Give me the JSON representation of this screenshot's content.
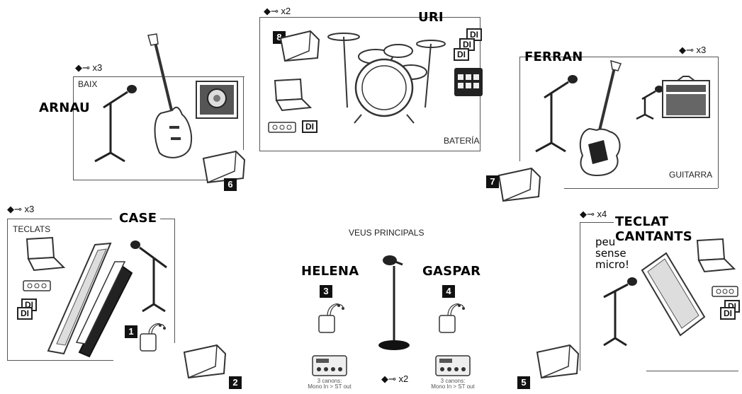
{
  "power_symbol": "plug-icon",
  "stations": {
    "drums": {
      "power": "x2",
      "player": "URI",
      "label": "BATERÍA",
      "monitor": "8"
    },
    "bass": {
      "power": "x3",
      "player": "ARNAU",
      "label": "BAIX",
      "monitor": "6"
    },
    "guitar": {
      "power": "x3",
      "player": "FERRAN",
      "label": "GUITARRA",
      "monitor": "7"
    },
    "keys": {
      "power": "x3",
      "player": "CASE",
      "label": "TECLATS",
      "monitor": "1",
      "floor_monitor": "2"
    },
    "keys_singers": {
      "power": "x4",
      "player": "TECLAT CANTANTS",
      "note_lines": [
        "peu",
        "sense",
        "micro!"
      ],
      "monitor": "5"
    },
    "vocals": {
      "label": "VEUS PRINCIPALS",
      "left_singer": "HELENA",
      "left_monitor": "3",
      "right_singer": "GASPAR",
      "right_monitor": "4",
      "power": "x2",
      "left_caption": [
        "3 canons:",
        "Mono In > ST out"
      ],
      "right_caption": [
        "3 canons:",
        "Mono In > ST out"
      ]
    }
  },
  "di_label": "DI"
}
